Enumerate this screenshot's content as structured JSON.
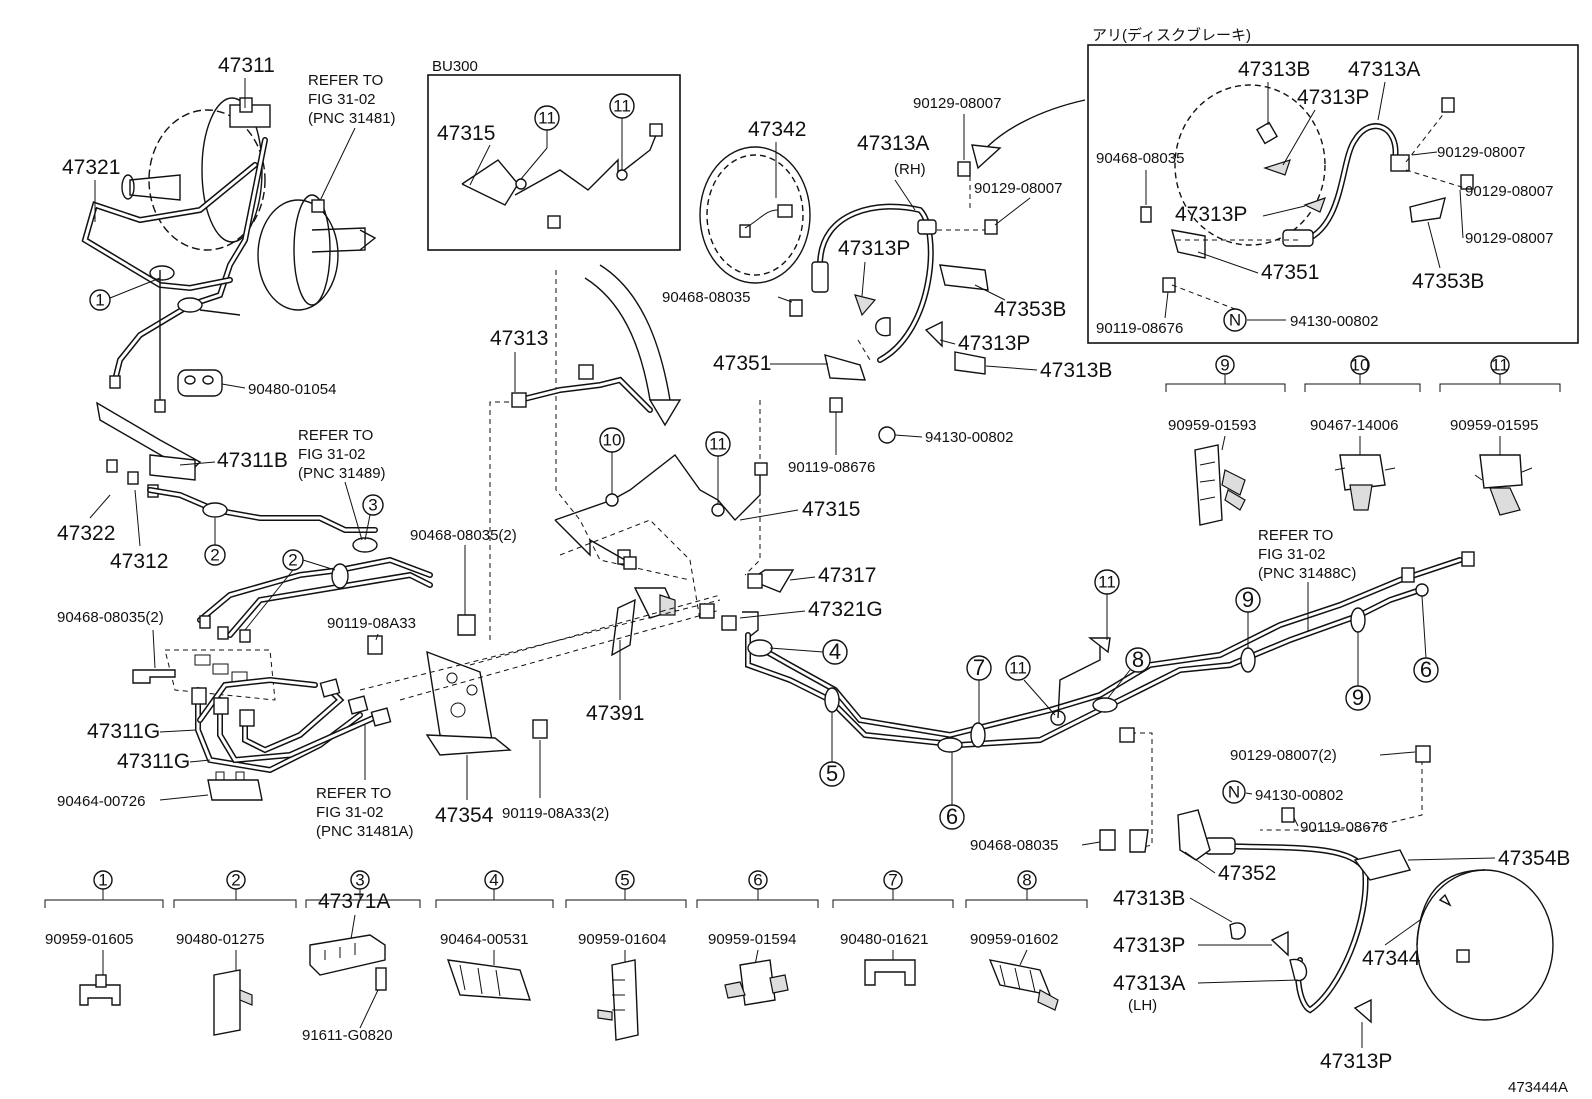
{
  "diagram_id": "473444A",
  "insets": {
    "bu300": "BU300",
    "disc_brake": "アリ(ディスクブレーキ)"
  },
  "parts": {
    "p47311": "47311",
    "p47321": "47321",
    "refer_a": [
      "REFER TO",
      "FIG 31-02",
      "(PNC 31481)"
    ],
    "p47315_inset": "47315",
    "p47342": "47342",
    "p90129_08007_a": "90129-08007",
    "p47313A_rh": "47313A",
    "rh": "(RH)",
    "p90129_08007_b": "90129-08007",
    "p47313P_a": "47313P",
    "p90468_08035_a": "90468-08035",
    "p47353B_a": "47353B",
    "p47313P_b": "47313P",
    "p47351_a": "47351",
    "p47313B_a": "47313B",
    "p94130_00802_a": "94130-00802",
    "p90119_08676_a": "90119-08676",
    "p47313": "47313",
    "p47315": "47315",
    "p90480_01054": "90480-01054",
    "refer_b": [
      "REFER TO",
      "FIG 31-02",
      "(PNC 31489)"
    ],
    "p47311B": "47311B",
    "p47322": "47322",
    "p47312": "47312",
    "p90468_08035_2a": "90468-08035(2)",
    "p90468_08035_2b": "90468-08035(2)",
    "p90119_08A33": "90119-08A33",
    "p47317": "47317",
    "p47321G": "47321G",
    "p47391": "47391",
    "p47311G_a": "47311G",
    "p47311G_b": "47311G",
    "p90464_00726": "90464-00726",
    "refer_c": [
      "REFER TO",
      "FIG 31-02",
      "(PNC 31481A)"
    ],
    "p47354": "47354",
    "p90119_08A33_2": "90119-08A33(2)",
    "refer_d": [
      "REFER TO",
      "FIG 31-02",
      "(PNC 31488C)"
    ],
    "p90129_08007_2": "90129-08007(2)",
    "p94130_00802_b": "94130-00802",
    "p90119_08676_b": "90119-08676",
    "p90468_08035_b": "90468-08035",
    "p47352": "47352",
    "p47354B": "47354B",
    "p47313B_b": "47313B",
    "p47313P_c": "47313P",
    "p47313A_lh": "47313A",
    "lh": "(LH)",
    "p47344": "47344",
    "p47313P_d": "47313P",
    "ins_47313B": "47313B",
    "ins_47313A": "47313A",
    "ins_47313P_a": "47313P",
    "ins_90129_08007_a": "90129-08007",
    "ins_90468_08035": "90468-08035",
    "ins_47313P_b": "47313P",
    "ins_47351": "47351",
    "ins_90129_08007_b": "90129-08007",
    "ins_90129_08007_c": "90129-08007",
    "ins_47353B": "47353B",
    "ins_90119_08676": "90119-08676",
    "ins_94130_00802": "94130-00802"
  },
  "clamp_legend": [
    {
      "num": "1",
      "part": "90959-01605"
    },
    {
      "num": "2",
      "part": "90480-01275"
    },
    {
      "num": "3",
      "part": "47371A",
      "extra": "91611-G0820"
    },
    {
      "num": "4",
      "part": "90464-00531"
    },
    {
      "num": "5",
      "part": "90959-01604"
    },
    {
      "num": "6",
      "part": "90959-01594"
    },
    {
      "num": "7",
      "part": "90480-01621"
    },
    {
      "num": "8",
      "part": "90959-01602"
    },
    {
      "num": "9",
      "part": "90959-01593"
    },
    {
      "num": "10",
      "part": "90467-14006"
    },
    {
      "num": "11",
      "part": "90959-01595"
    }
  ],
  "callouts": {
    "n1": "1",
    "n2a": "2",
    "n2b": "2",
    "n3": "3",
    "n4": "4",
    "n5": "5",
    "n6a": "6",
    "n6b": "6",
    "n7": "7",
    "n8": "8",
    "n9a": "9",
    "n9b": "9",
    "n10": "10",
    "n11a": "11",
    "n11b": "11",
    "n11c": "11",
    "n11d": "11",
    "n11e": "11",
    "nN1": "N",
    "nN2": "N"
  }
}
